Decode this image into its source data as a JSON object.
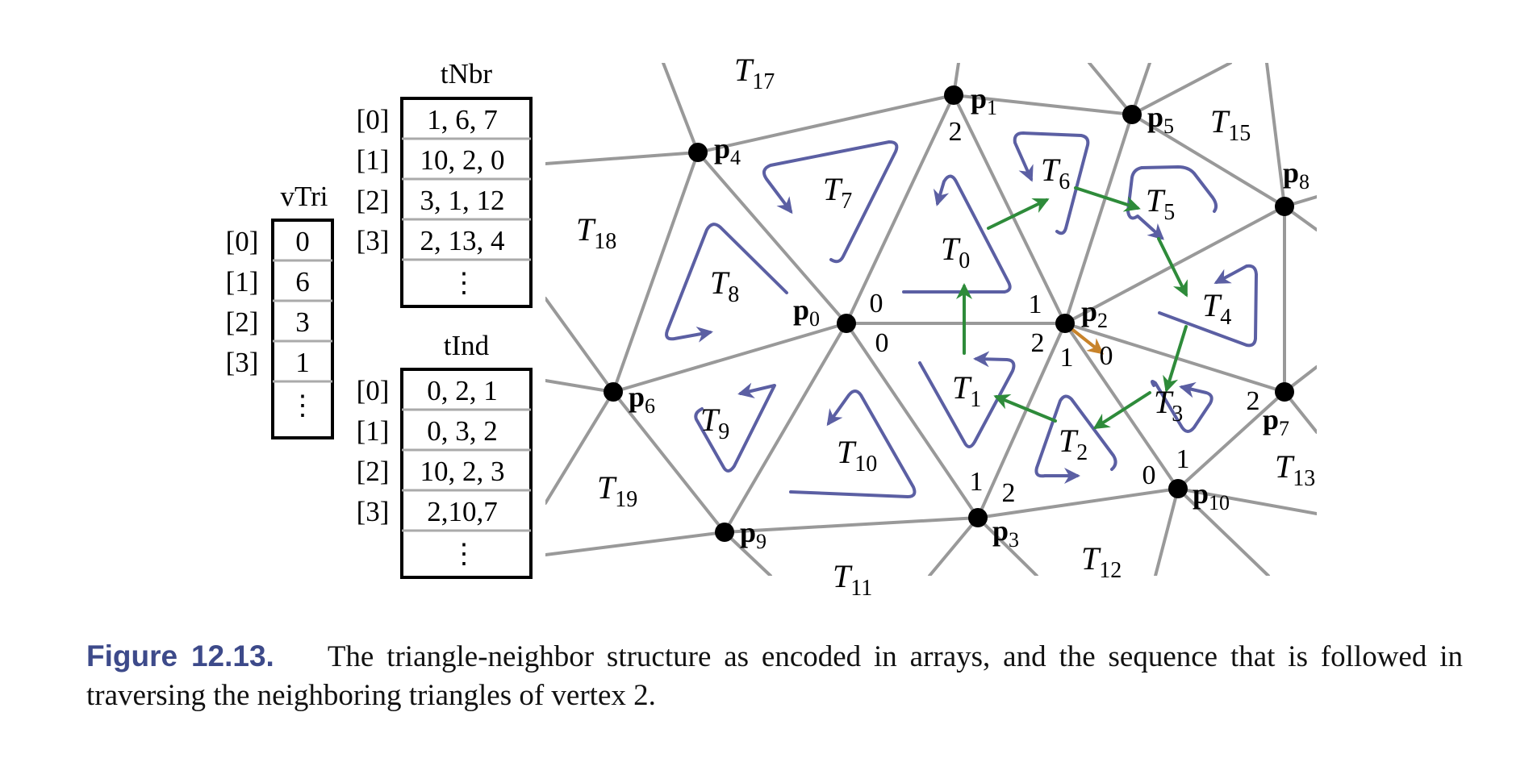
{
  "colors": {
    "edge": "#999999",
    "vertex": "#000000",
    "orientation": "#5b5fa3",
    "traversal": "#2e8b3a",
    "start": "#c8832a",
    "caption_label": "#3d4a8a"
  },
  "arrays": {
    "vTri": {
      "title": "vTri",
      "indices": [
        "[0]",
        "[1]",
        "[2]",
        "[3]"
      ],
      "values": [
        "0",
        "6",
        "3",
        "1"
      ],
      "ellipsis": "⋮"
    },
    "tNbr": {
      "title": "tNbr",
      "indices": [
        "[0]",
        "[1]",
        "[2]",
        "[3]"
      ],
      "values": [
        "1, 6, 7",
        "10, 2, 0",
        "3, 1, 12",
        "2, 13, 4"
      ],
      "ellipsis": "⋮"
    },
    "tInd": {
      "title": "tInd",
      "indices": [
        "[0]",
        "[1]",
        "[2]",
        "[3]"
      ],
      "values": [
        "0, 2, 1",
        "0, 3, 2",
        "10, 2, 3",
        "2,10,7"
      ],
      "ellipsis": "⋮"
    }
  },
  "points": [
    "0",
    "1",
    "2",
    "3",
    "4",
    "5",
    "6",
    "7",
    "8",
    "9",
    "10"
  ],
  "point_prefix": "p",
  "triangle_prefix": "T",
  "triangles": [
    "0",
    "1",
    "2",
    "3",
    "4",
    "5",
    "6",
    "7",
    "8",
    "9",
    "10",
    "11",
    "12",
    "13",
    "15",
    "17",
    "18",
    "19"
  ],
  "corner_labels": [
    "0",
    "0",
    "1",
    "2",
    "1",
    "0",
    "2",
    "1",
    "2",
    "0",
    "1",
    "2"
  ],
  "caption": {
    "label": "Figure 12.13.",
    "text": "The triangle-neighbor structure as encoded in arrays, and the sequence that is followed in traversing the neighboring triangles of vertex 2."
  }
}
